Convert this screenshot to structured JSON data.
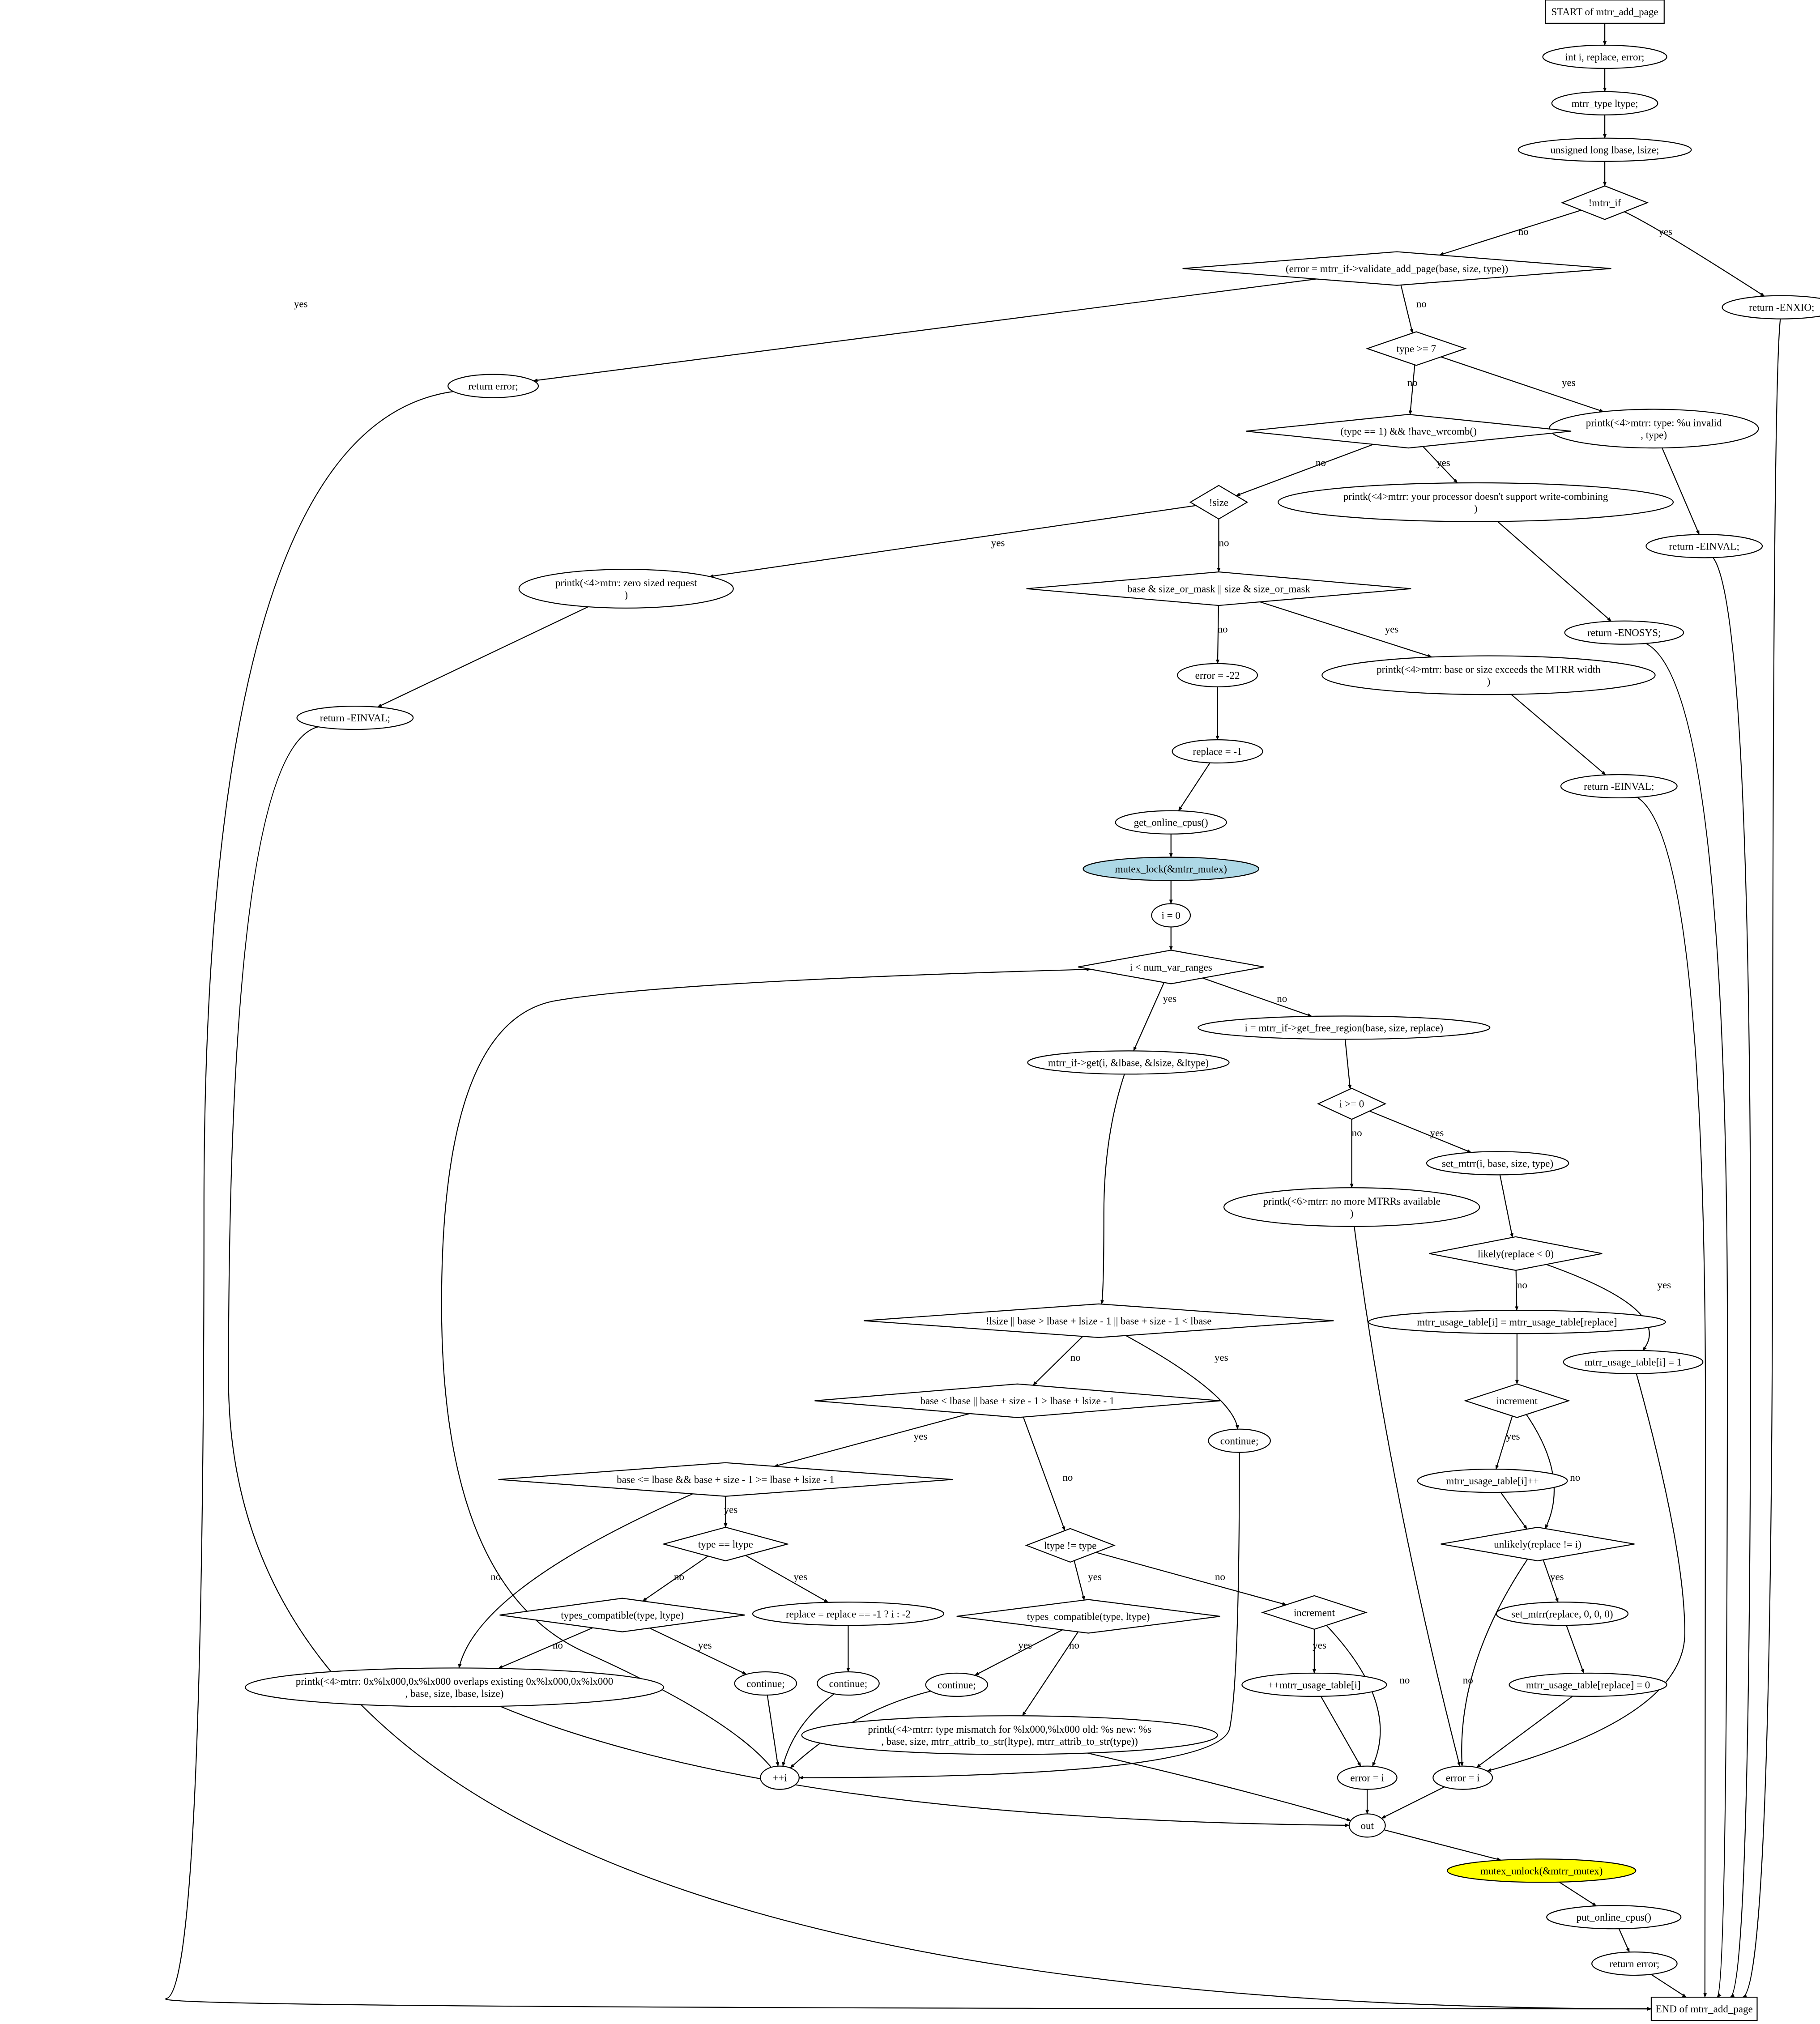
{
  "colors": {
    "mutex_lock": "#ADD8E6",
    "mutex_unlock": "#FFFF00",
    "line": "#000000",
    "background": "#FFFFFF"
  },
  "nodes": {
    "start": "START of mtrr_add_page",
    "decl_i": "int i, replace, error;",
    "decl_ltype": "mtrr_type ltype;",
    "decl_lbase": "unsigned long lbase, lsize;",
    "cond_mtrr_if": "!mtrr_if",
    "ret_enxio": "return -ENXIO;",
    "cond_validate": "(error = mtrr_if->validate_add_page(base, size, type))",
    "ret_error_1": "return error;",
    "cond_type_ge7": "type >= 7",
    "printk_invalid": [
      "printk(<4>mtrr: type: %u invalid",
      ", type)"
    ],
    "ret_einval_1": "return -EINVAL;",
    "cond_wrcomb": "(type == 1) && !have_wrcomb()",
    "printk_wc": [
      "printk(<4>mtrr: your processor doesn't support write-combining",
      ")"
    ],
    "ret_enosys": "return -ENOSYS;",
    "cond_size": "!size",
    "printk_zero": [
      "printk(<4>mtrr: zero sized request",
      ")"
    ],
    "ret_einval_2": "return -EINVAL;",
    "cond_mask": "base & size_or_mask || size & size_or_mask",
    "printk_exceeds": [
      "printk(<4>mtrr: base or size exceeds the MTRR width",
      ")"
    ],
    "ret_einval_3": "return -EINVAL;",
    "assign_error": "error = -22",
    "assign_replace": "replace = -1",
    "get_cpus": "get_online_cpus()",
    "mutex_lock": "mutex_lock(&mtrr_mutex)",
    "assign_i0": "i = 0",
    "cond_loop": "i < num_var_ranges",
    "call_get": "mtrr_if->get(i, &lbase, &lsize, &ltype)",
    "free_region": "i = mtrr_if->get_free_region(base, size, replace)",
    "cond_i_ge0": "i >= 0",
    "printk_nomore": [
      "printk(<6>mtrr: no more MTRRs available",
      ")"
    ],
    "set_mtrr": "set_mtrr(i, base, size, type)",
    "cond_likely": "likely(replace < 0)",
    "usage_copy": "mtrr_usage_table[i] = mtrr_usage_table[replace]",
    "usage_one": "mtrr_usage_table[i] = 1",
    "cond_increment_1": "increment",
    "usage_inc": "mtrr_usage_table[i]++",
    "cond_unlikely": "unlikely(replace != i)",
    "set_mtrr_zero": "set_mtrr(replace, 0, 0, 0)",
    "usage_zero": "mtrr_usage_table[replace] = 0",
    "error_i_1": "error = i",
    "cond_overlap": "!lsize || base > lbase + lsize - 1 || base + size - 1 < lbase",
    "continue_1": "continue;",
    "cond_range": "base < lbase || base + size - 1 > lbase + lsize - 1",
    "cond_within": "base <= lbase && base + size - 1 >= lbase + lsize - 1",
    "cond_type_eq": "type == ltype",
    "cond_compat_1": "types_compatible(type, ltype)",
    "assign_replace2": "replace = replace == -1 ? i : -2",
    "continue_2": "continue;",
    "continue_3": "continue;",
    "printk_overlaps": [
      "printk(<4>mtrr: 0x%lx000,0x%lx000 overlaps existing 0x%lx000,0x%lx000",
      ", base, size, lbase, lsize)"
    ],
    "cond_ltype_ne": "ltype != type",
    "cond_compat_2": "types_compatible(type, ltype)",
    "continue_4": "continue;",
    "printk_mismatch": [
      "printk(<4>mtrr: type mismatch for %lx000,%lx000 old: %s new: %s",
      ", base, size, mtrr_attrib_to_str(ltype), mtrr_attrib_to_str(type))"
    ],
    "cond_increment_2": "increment",
    "preinc_usage": "++mtrr_usage_table[i]",
    "error_i_2": "error = i",
    "inc_i": "++i",
    "label_out": "out",
    "mutex_unlock": "mutex_unlock(&mtrr_mutex)",
    "put_cpus": "put_online_cpus()",
    "ret_error_2": "return error;",
    "end": "END of mtrr_add_page"
  },
  "edge_labels": {
    "yes": "yes",
    "no": "no"
  }
}
